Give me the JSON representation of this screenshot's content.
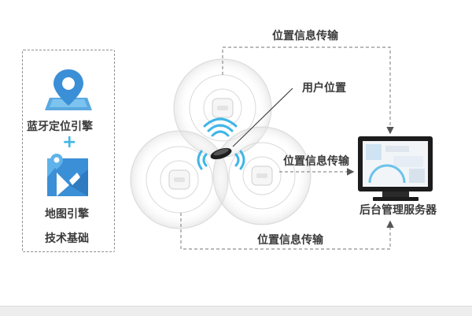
{
  "tech_panel": {
    "bluetooth_engine": "蓝牙定位引擎",
    "plus": "+",
    "map_engine": "地图引擎",
    "tech_basis": "技术基础"
  },
  "labels": {
    "position_transfer_top": "位置信息传输",
    "user_position": "用户位置",
    "position_transfer_middle": "位置信息传输",
    "position_transfer_bottom": "位置信息传输",
    "server": "后台管理服务器"
  },
  "colors": {
    "accent": "#3fb6e8",
    "text": "#3a3a3a",
    "dashed_line": "#8f8f8f"
  }
}
